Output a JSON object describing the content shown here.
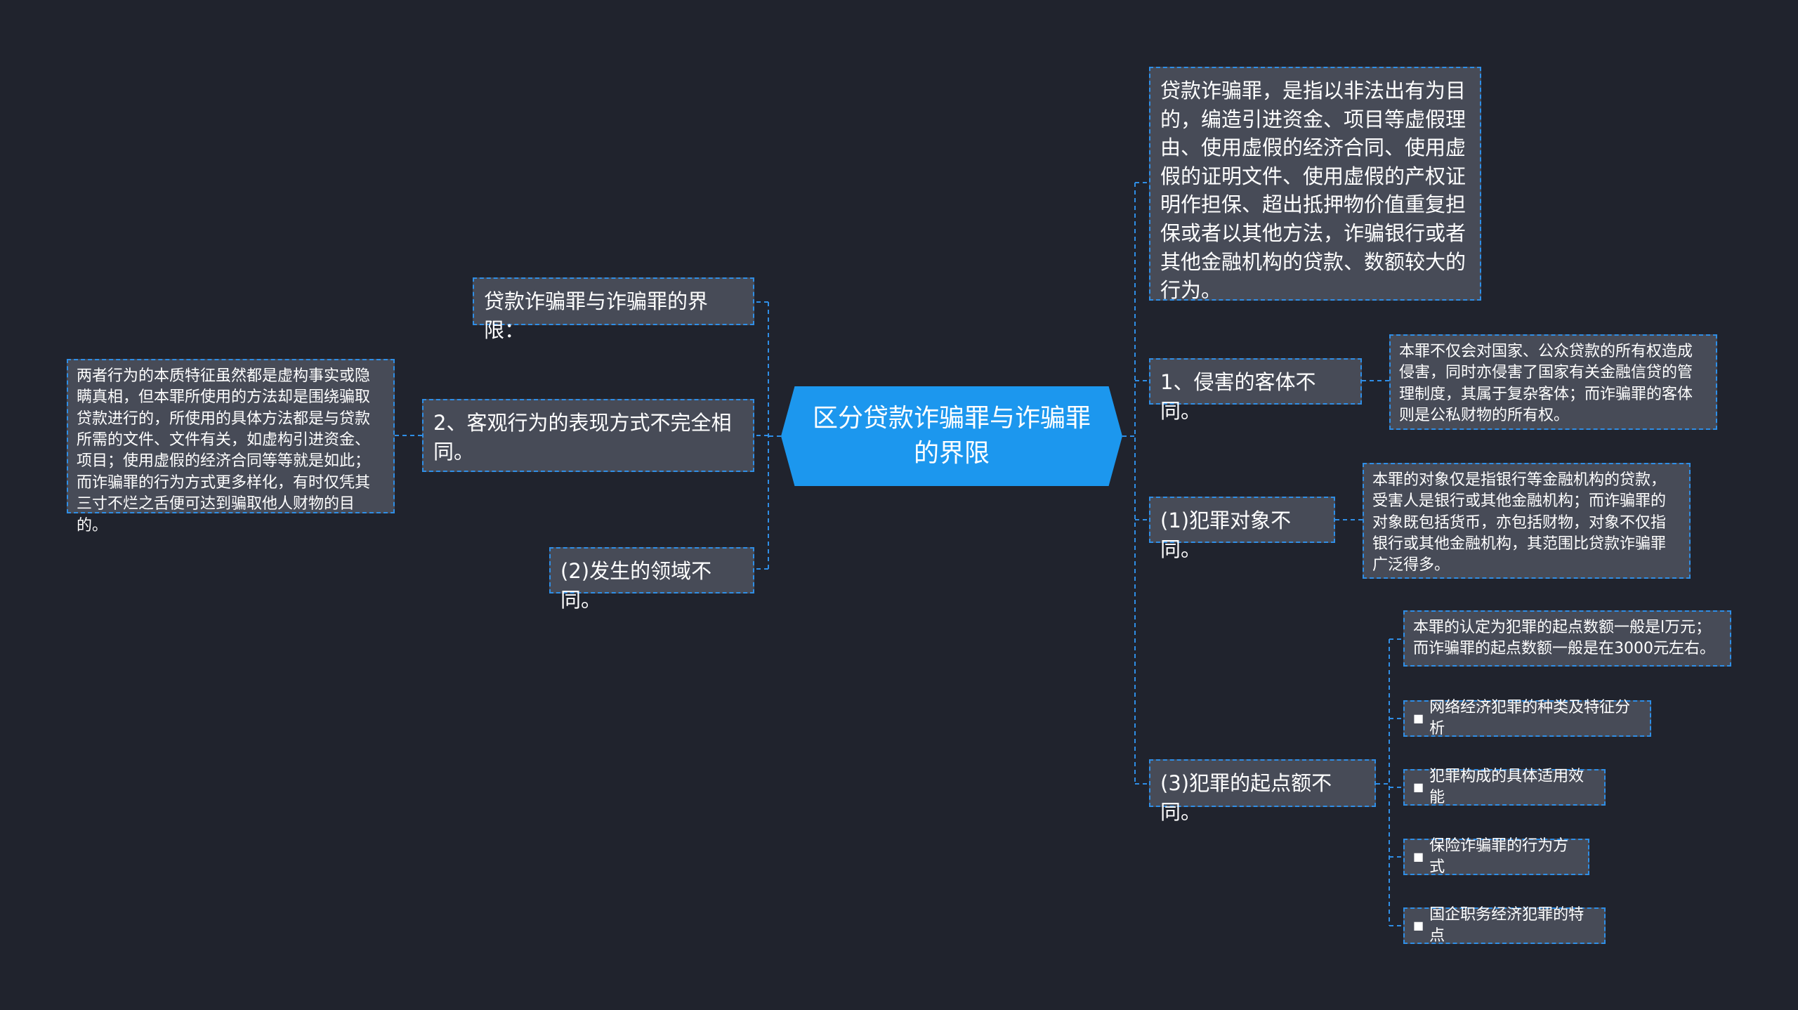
{
  "root": {
    "title": "区分贷款诈骗罪与诈骗罪的界限"
  },
  "left": {
    "boundary": "贷款诈骗罪与诈骗罪的界限：",
    "objective_behavior": "2、客观行为的表现方式不完全相同。",
    "objective_behavior_detail": "两者行为的本质特征虽然都是虚构事实或隐瞒真相，但本罪所使用的方法却是围绕骗取贷款进行的，所使用的具体方法都是与贷款所需的文件、文件有关，如虚构引进资金、项目；使用虚假的经济合同等等就是如此；而诈骗罪的行为方式更多样化，有时仅凭其三寸不烂之舌便可达到骗取他人财物的目的。",
    "domain": "(2)发生的领域不同。"
  },
  "right": {
    "definition": "贷款诈骗罪，是指以非法出有为目的，编造引进资金、项目等虚假理由、使用虚假的经济合同、使用虚假的证明文件、使用虚假的产权证明作担保、超出抵押物价值重复担保或者以其他方法，诈骗银行或者其他金融机构的贷款、数额较大的行为。",
    "object_infringed": "1、侵害的客体不同。",
    "object_infringed_detail": "本罪不仅会对国家、公众贷款的所有权造成侵害，同时亦侵害了国家有关金融信贷的管理制度，其属于复杂客体；而诈骗罪的客体则是公私财物的所有权。",
    "crime_target": "(1)犯罪对象不同。",
    "crime_target_detail": "本罪的对象仅是指银行等金融机构的贷款，受害人是银行或其他金融机构；而诈骗罪的对象既包括货币，亦包括财物，对象不仅指银行或其他金融机构，其范围比贷款诈骗罪广泛得多。",
    "threshold": "(3)犯罪的起点额不同。",
    "threshold_detail": "本罪的认定为犯罪的起点数额一般是l万元；而诈骗罪的起点数额一般是在3000元左右。",
    "links": [
      "网络经济犯罪的种类及特征分析",
      "犯罪构成的具体适用效能",
      "保险诈骗罪的行为方式",
      "国企职务经济犯罪的特点"
    ]
  },
  "colors": {
    "background": "#20232d",
    "node_fill": "#474b57",
    "border": "#2f8ee6",
    "center_fill": "#1c97ee"
  }
}
